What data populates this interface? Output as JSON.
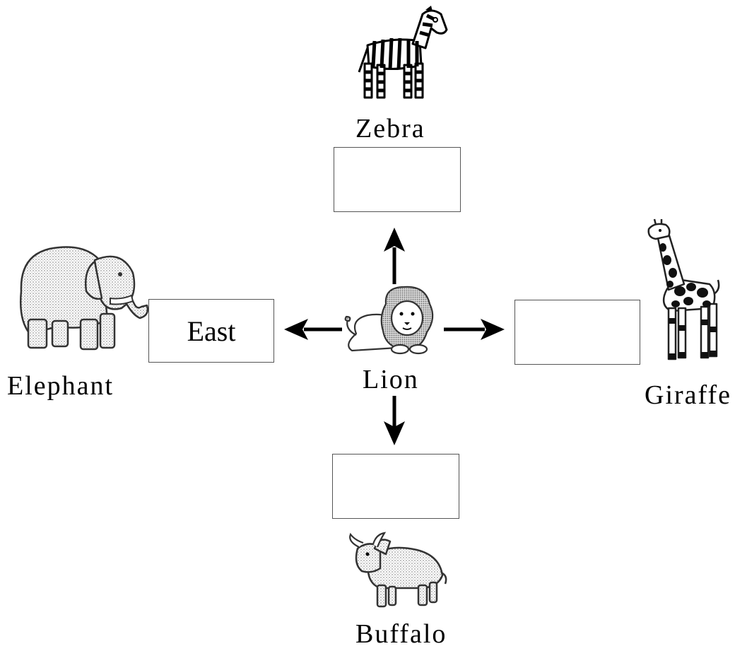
{
  "labels": {
    "north": "Zebra",
    "south": "Buffalo",
    "east": "Giraffe",
    "west": "Elephant",
    "center": "Lion"
  },
  "boxes": {
    "north": "",
    "south": "",
    "east": "",
    "west": "East"
  },
  "animals": {
    "north": "zebra-icon",
    "south": "buffalo-icon",
    "east": "giraffe-icon",
    "west": "elephant-icon",
    "center": "lion-icon"
  }
}
